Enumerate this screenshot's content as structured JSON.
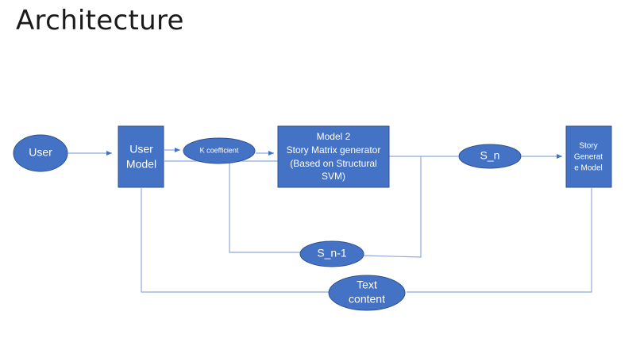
{
  "title": "Architecture",
  "colors": {
    "node_fill": "#4472C4",
    "node_stroke": "#2F528F",
    "connector": "#8FAADC",
    "text": "#ffffff"
  },
  "nodes": {
    "user": [
      "User"
    ],
    "user_model": [
      "User",
      "Model"
    ],
    "k_coefficient": [
      "K coefficient"
    ],
    "model2": [
      "Model 2",
      "Story Matrix generator",
      "(Based on Structural",
      "SVM)"
    ],
    "s_n": [
      "S_n"
    ],
    "story_generate_model": [
      "Story",
      "Generat",
      "e Model"
    ],
    "s_n_minus_1": [
      "S_n-1"
    ],
    "text_content": [
      "Text",
      "content"
    ]
  }
}
